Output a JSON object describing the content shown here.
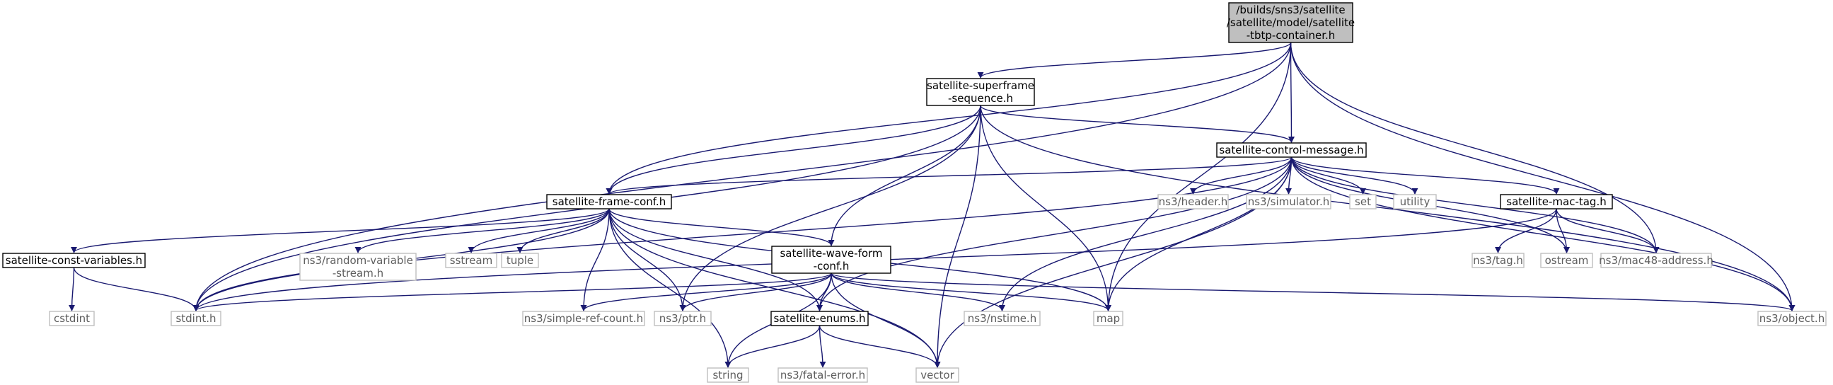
{
  "colors": {
    "edge": "#191970",
    "root_fill": "#bfbfbf",
    "user_border": "#000000",
    "system_border": "#bfbfbf",
    "system_text": "#5e5e5e"
  },
  "nodes": [
    {
      "id": "root",
      "kind": "root",
      "lines": [
        "/builds/sns3/satellite",
        "/satellite/model/satellite",
        "-tbtp-container.h"
      ]
    },
    {
      "id": "superframe",
      "kind": "user",
      "lines": [
        "satellite-superframe",
        "-sequence.h"
      ]
    },
    {
      "id": "control",
      "kind": "user",
      "lines": [
        "satellite-control-message.h"
      ]
    },
    {
      "id": "frameconf",
      "kind": "user",
      "lines": [
        "satellite-frame-conf.h"
      ]
    },
    {
      "id": "macTag",
      "kind": "user",
      "lines": [
        "satellite-mac-tag.h"
      ]
    },
    {
      "id": "constvars",
      "kind": "user",
      "lines": [
        "satellite-const-variables.h"
      ]
    },
    {
      "id": "waveform",
      "kind": "user",
      "lines": [
        "satellite-wave-form",
        "-conf.h"
      ]
    },
    {
      "id": "enums",
      "kind": "user",
      "lines": [
        "satellite-enums.h"
      ]
    },
    {
      "id": "header",
      "kind": "sys",
      "lines": [
        "ns3/header.h"
      ]
    },
    {
      "id": "simulator",
      "kind": "sys",
      "lines": [
        "ns3/simulator.h"
      ]
    },
    {
      "id": "set",
      "kind": "sys",
      "lines": [
        "set"
      ]
    },
    {
      "id": "utility",
      "kind": "sys",
      "lines": [
        "utility"
      ]
    },
    {
      "id": "randvar",
      "kind": "sys",
      "lines": [
        "ns3/random-variable",
        "-stream.h"
      ]
    },
    {
      "id": "sstream",
      "kind": "sys",
      "lines": [
        "sstream"
      ]
    },
    {
      "id": "tuple",
      "kind": "sys",
      "lines": [
        "tuple"
      ]
    },
    {
      "id": "tag",
      "kind": "sys",
      "lines": [
        "ns3/tag.h"
      ]
    },
    {
      "id": "ostream",
      "kind": "sys",
      "lines": [
        "ostream"
      ]
    },
    {
      "id": "mac48",
      "kind": "sys",
      "lines": [
        "ns3/mac48-address.h"
      ]
    },
    {
      "id": "cstdint",
      "kind": "sys",
      "lines": [
        "cstdint"
      ]
    },
    {
      "id": "stdint",
      "kind": "sys",
      "lines": [
        "stdint.h"
      ]
    },
    {
      "id": "simpleref",
      "kind": "sys",
      "lines": [
        "ns3/simple-ref-count.h"
      ]
    },
    {
      "id": "ptr",
      "kind": "sys",
      "lines": [
        "ns3/ptr.h"
      ]
    },
    {
      "id": "nstime",
      "kind": "sys",
      "lines": [
        "ns3/nstime.h"
      ]
    },
    {
      "id": "map",
      "kind": "sys",
      "lines": [
        "map"
      ]
    },
    {
      "id": "object",
      "kind": "sys",
      "lines": [
        "ns3/object.h"
      ]
    },
    {
      "id": "string",
      "kind": "sys",
      "lines": [
        "string"
      ]
    },
    {
      "id": "fatalerror",
      "kind": "sys",
      "lines": [
        "ns3/fatal-error.h"
      ]
    },
    {
      "id": "vector",
      "kind": "sys",
      "lines": [
        "vector"
      ]
    }
  ],
  "edges": [
    [
      "root",
      "superframe"
    ],
    [
      "root",
      "control"
    ],
    [
      "root",
      "frameconf"
    ],
    [
      "root",
      "stdint"
    ],
    [
      "root",
      "map"
    ],
    [
      "root",
      "mac48"
    ],
    [
      "root",
      "object"
    ],
    [
      "superframe",
      "control"
    ],
    [
      "superframe",
      "frameconf"
    ],
    [
      "superframe",
      "stdint"
    ],
    [
      "superframe",
      "waveform"
    ],
    [
      "superframe",
      "ptr"
    ],
    [
      "superframe",
      "map"
    ],
    [
      "superframe",
      "vector"
    ],
    [
      "superframe",
      "object"
    ],
    [
      "control",
      "frameconf"
    ],
    [
      "control",
      "stdint"
    ],
    [
      "control",
      "header"
    ],
    [
      "control",
      "simulator"
    ],
    [
      "control",
      "set"
    ],
    [
      "control",
      "utility"
    ],
    [
      "control",
      "macTag"
    ],
    [
      "control",
      "ostream"
    ],
    [
      "control",
      "mac48"
    ],
    [
      "control",
      "object"
    ],
    [
      "control",
      "enums"
    ],
    [
      "control",
      "nstime"
    ],
    [
      "control",
      "map"
    ],
    [
      "control",
      "vector"
    ],
    [
      "frameconf",
      "constvars"
    ],
    [
      "frameconf",
      "randvar"
    ],
    [
      "frameconf",
      "sstream"
    ],
    [
      "frameconf",
      "tuple"
    ],
    [
      "frameconf",
      "waveform"
    ],
    [
      "frameconf",
      "stdint"
    ],
    [
      "frameconf",
      "simpleref"
    ],
    [
      "frameconf",
      "ptr"
    ],
    [
      "frameconf",
      "enums"
    ],
    [
      "frameconf",
      "map"
    ],
    [
      "frameconf",
      "vector"
    ],
    [
      "frameconf",
      "string"
    ],
    [
      "macTag",
      "tag"
    ],
    [
      "macTag",
      "ostream"
    ],
    [
      "macTag",
      "mac48"
    ],
    [
      "macTag",
      "stdint"
    ],
    [
      "constvars",
      "cstdint"
    ],
    [
      "constvars",
      "stdint"
    ],
    [
      "waveform",
      "stdint"
    ],
    [
      "waveform",
      "simpleref"
    ],
    [
      "waveform",
      "ptr"
    ],
    [
      "waveform",
      "enums"
    ],
    [
      "waveform",
      "nstime"
    ],
    [
      "waveform",
      "map"
    ],
    [
      "waveform",
      "object"
    ],
    [
      "waveform",
      "string"
    ],
    [
      "waveform",
      "vector"
    ],
    [
      "enums",
      "string"
    ],
    [
      "enums",
      "fatalerror"
    ],
    [
      "enums",
      "vector"
    ]
  ]
}
